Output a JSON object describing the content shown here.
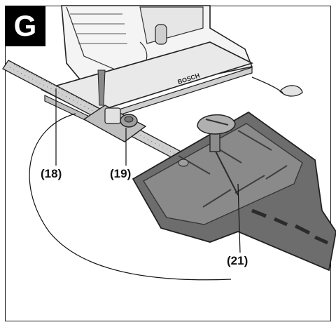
{
  "figure": {
    "label": "G",
    "brand_on_tool": "BOSCH",
    "callouts": [
      {
        "id": "c18",
        "text": "(18)"
      },
      {
        "id": "c19",
        "text": "(19)"
      },
      {
        "id": "c21",
        "text": "(21)"
      }
    ]
  },
  "colors": {
    "frame": "#1a1a1a",
    "label_bg": "#000000",
    "tool_gray": "#6f6f6f",
    "tool_light": "#d9d9d9",
    "ruler": "#c8c8c8"
  },
  "icons": [
    "jigsaw-illustration",
    "circle-cutter-guide-illustration",
    "parallel-guide-ruler"
  ]
}
